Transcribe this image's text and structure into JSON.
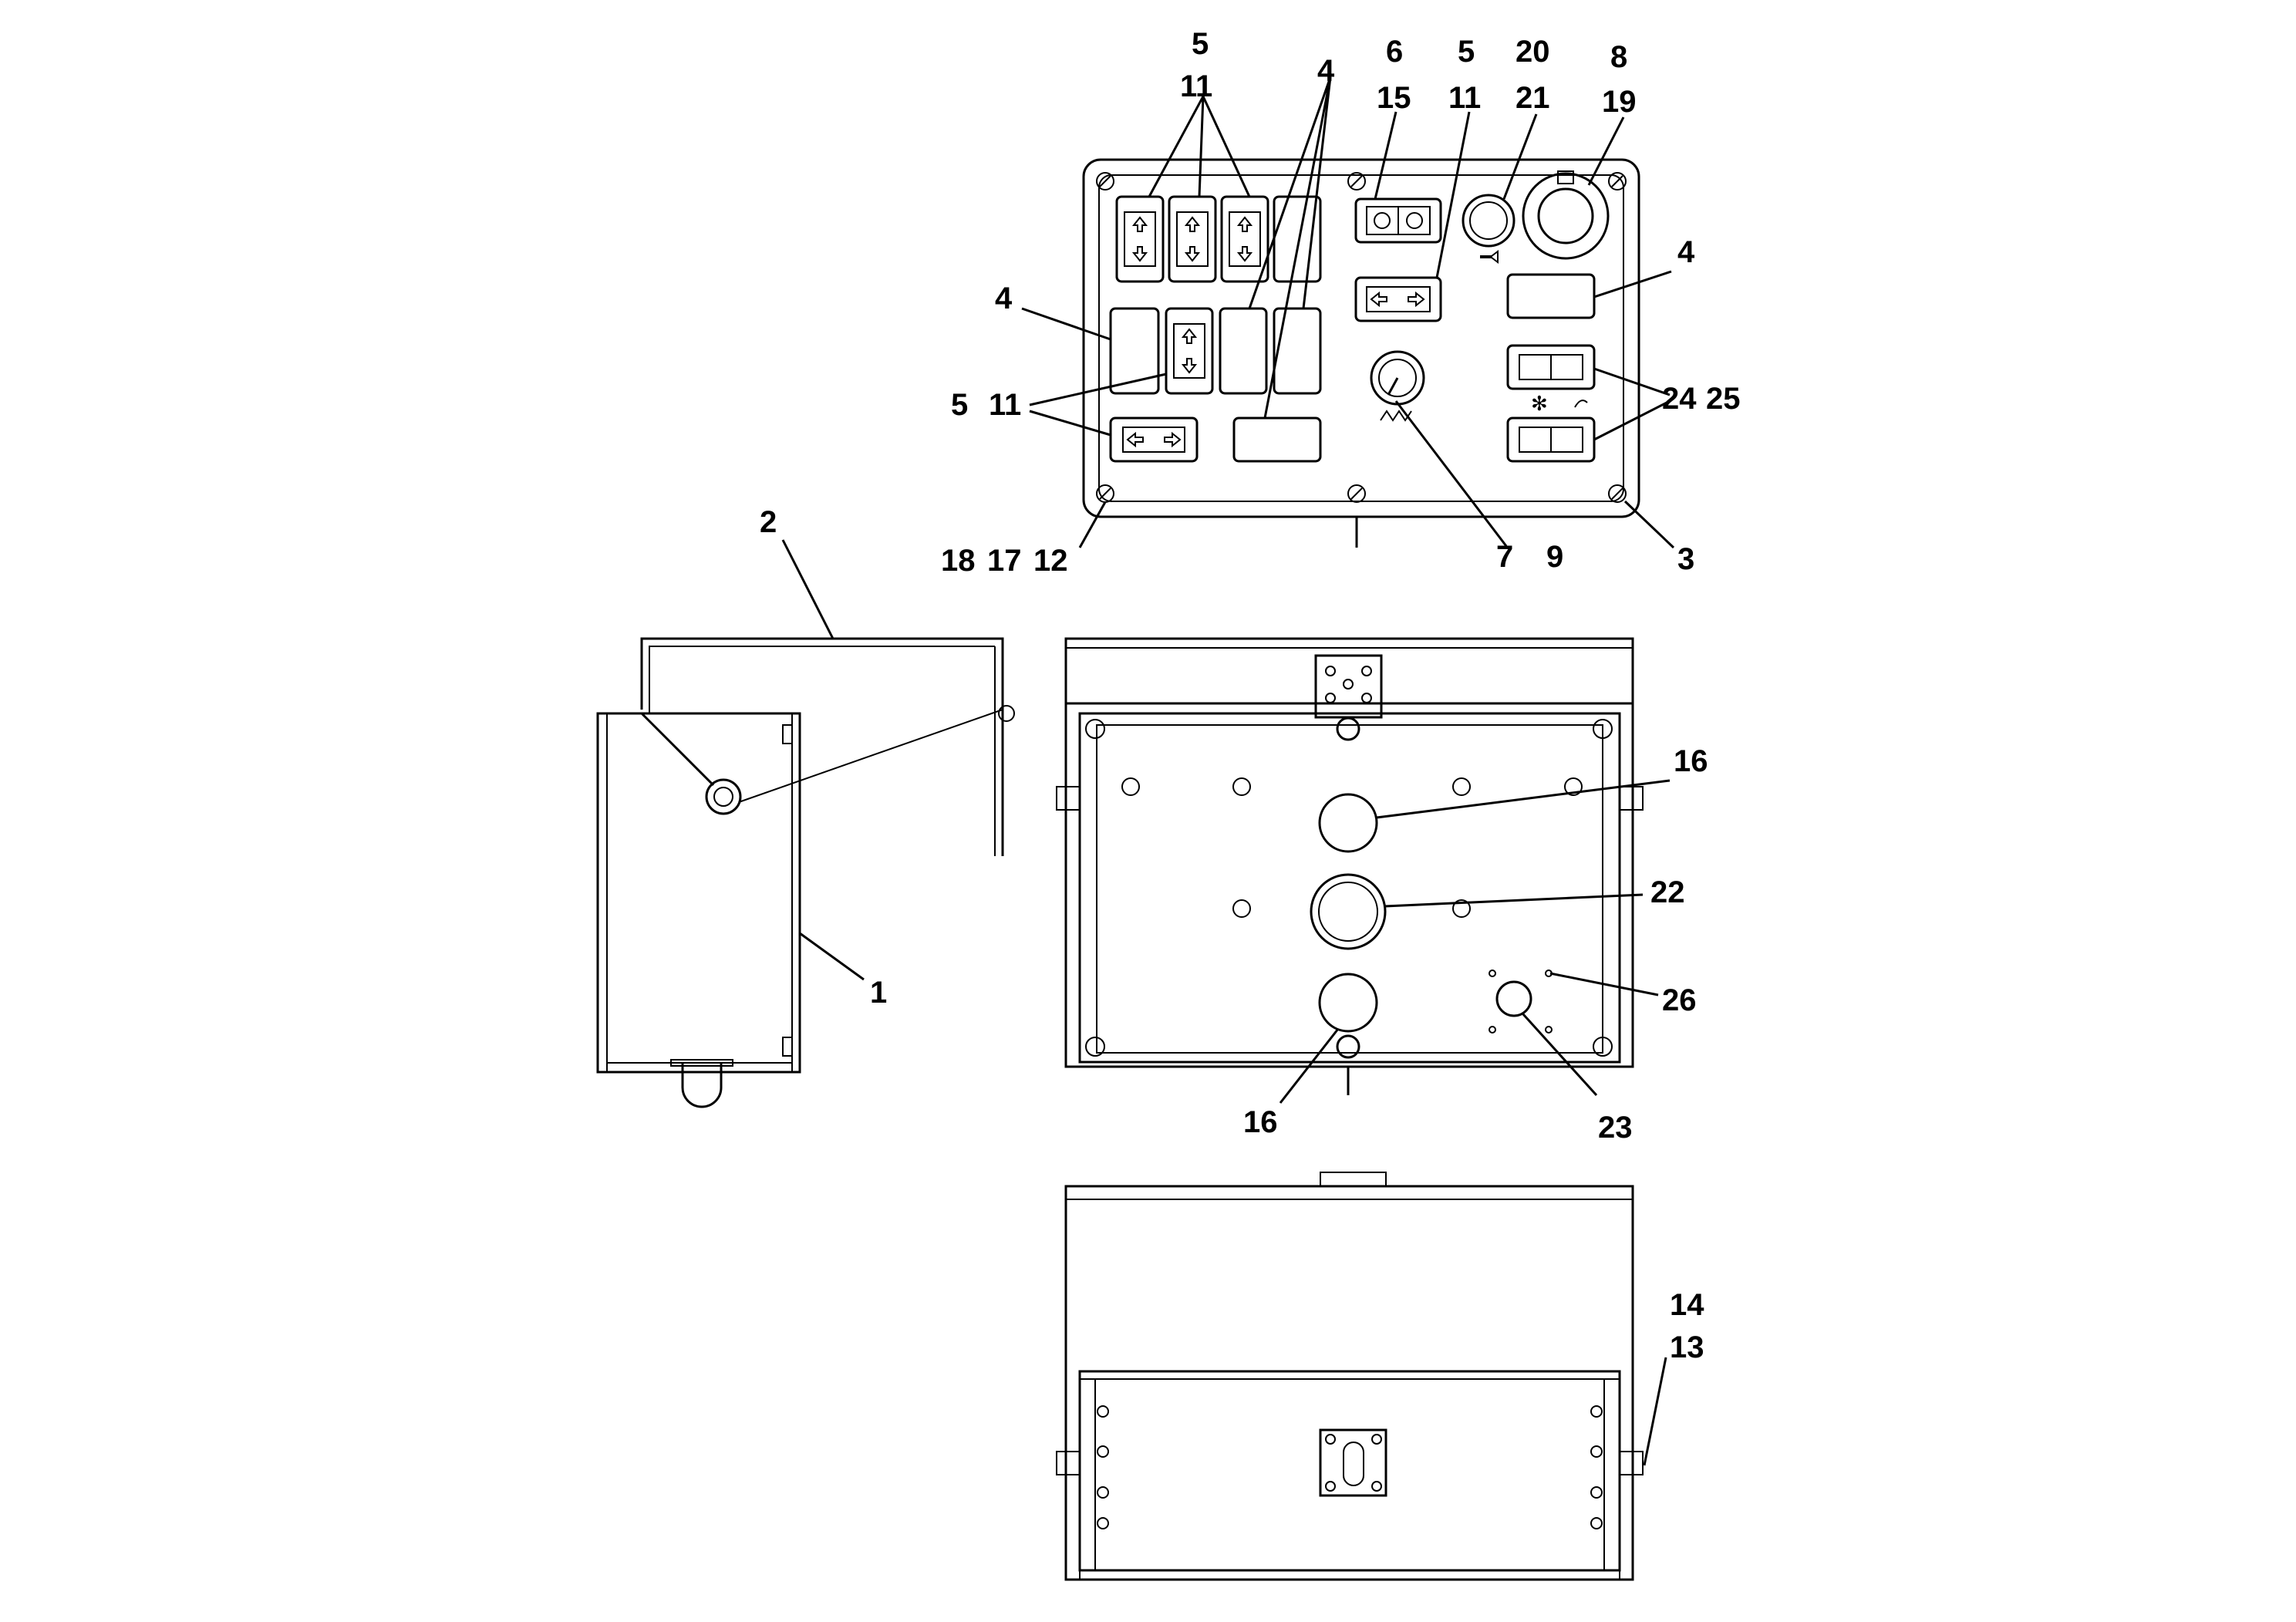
{
  "labels": {
    "top": {
      "a5": "5",
      "a11": "11",
      "b4": "4",
      "c6": "6",
      "c15": "15",
      "d5": "5",
      "d11": "11",
      "e20": "20",
      "e21": "21",
      "f8": "8",
      "f19": "19",
      "g4": "4",
      "h4": "4",
      "i5": "5",
      "i11": "11",
      "j24": "24",
      "j25": "25",
      "k18": "18",
      "k17": "17",
      "k12": "12",
      "l7": "7",
      "l9": "9",
      "m3": "3"
    },
    "side": {
      "n2": "2",
      "n1": "1"
    },
    "back": {
      "o16a": "16",
      "o22": "22",
      "o26": "26",
      "o16b": "16",
      "o23": "23"
    },
    "bottom": {
      "p14": "14",
      "p13": "13"
    }
  },
  "icons": [
    "arrow-up-down-icon",
    "arrow-left-right-icon",
    "horn-icon",
    "fan-icon",
    "wiper-icon",
    "gear-knob-icon"
  ]
}
